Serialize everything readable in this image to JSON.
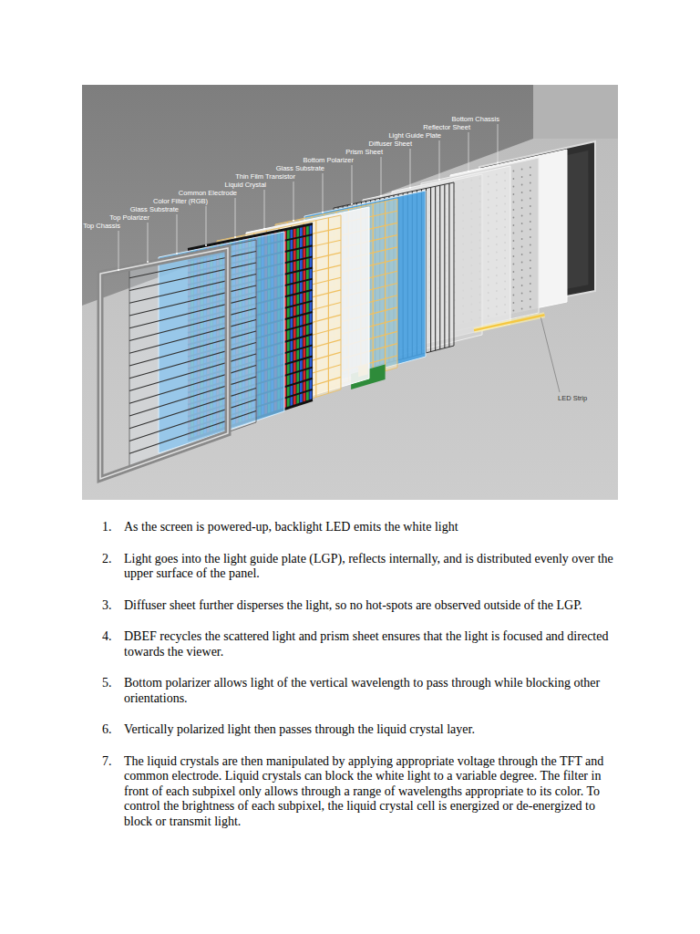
{
  "diagram": {
    "labels": [
      "Top Chassis",
      "Top Polarizer",
      "Glass Substrate",
      "Color Filter (RGB)",
      "Common Electrode",
      "Liquid Crystal",
      "Thin Film Transistor",
      "Glass Substrate",
      "Bottom Polarizer",
      "Prism Sheet",
      "Diffuser Sheet",
      "Light Guide Plate",
      "Reflector Sheet",
      "Bottom Chassis",
      "LED Strip",
      "1.",
      "As the screen is powered-up, backlight LED emits the white light",
      "2.",
      "Light goes into the light guide plate (LGP), reflects internally, and is distributed evenly over the upper surface of the panel.",
      "3.",
      "Diffuser sheet further disperses the light, so no hot-spots are observed outside of the LGP.",
      "4.",
      "DBEF recycles the scattered light and prism sheet ensures that the light is focused and directed towards the viewer.",
      "5.",
      "Bottom polarizer allows light of the vertical wavelength to pass through while blocking other orientations.",
      "6.",
      "Vertically polarized light then passes through the liquid crystal layer.",
      "7.",
      "The liquid crystals are then manipulated by applying appropriate voltage through the TFT and common electrode. Liquid crystals can block the white light to a variable degree. The filter in front of each subpixel only allows through a range of wavelengths appropriate to its color. To control the brightness of each subpixel, the liquid crystal cell is energized or de-energized to block or transmit light."
    ]
  }
}
